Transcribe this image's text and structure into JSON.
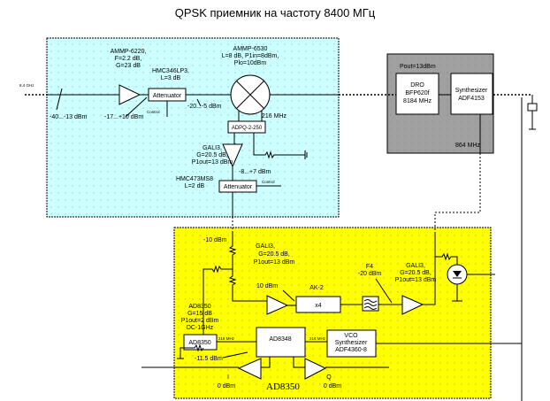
{
  "title": "QPSK приемник на частоту 8400 МГц",
  "colors": {
    "rf_panel": "#ccffff",
    "lo_panel": "#a0a0a0",
    "if_panel": "#ffff00"
  },
  "rf": {
    "input_label": "8.4 GHz",
    "in_level": "-40...-13 dBm",
    "lna": "AMMP-6220,",
    "lna_f": "F=2.2 dB,",
    "lna_g": "G=23 dB",
    "lna_out": "-17...+10 dBm",
    "att1_part": "HMC346LP3,",
    "att1_loss": "L=3 dB",
    "att1_label": "Attenuator",
    "control1": "Control",
    "att1_out": "-20...-5 dBm",
    "mixer": "AMMP-6530",
    "mixer_p1": "L=8 dB, P1in=8dBm,",
    "mixer_plo": "Plo=10dBm",
    "if_freq": "216 MHz",
    "splitter": "ADPQ-2-250",
    "amp": "GALI3,",
    "amp_g": "G=20.5 dB,",
    "amp_p": "P1out=13 dBm",
    "amp_out": "-8...+7 dBm",
    "att2_part": "HMC473MS8",
    "att2_loss": "L=2 dB",
    "att2_label": "Attenuator",
    "control2": "Control"
  },
  "lo": {
    "pout": "Pout=13dBm",
    "dro": [
      "DRO",
      "BFP620f",
      "8184 MHz"
    ],
    "synth": [
      "Synthesizer",
      "ADF4153"
    ],
    "ref": "864 MHz"
  },
  "if": {
    "in_level": "-10 dBm",
    "amp1": [
      "GALI3,",
      "G=20.5 dB,",
      "P1out=13 dBm"
    ],
    "amp1_in": "10 dBm",
    "mult_name": "AK-2",
    "mult": "x4",
    "filter": "F4",
    "filter_level": "-20 dBm",
    "amp2": [
      "GALI3,",
      "G=20.5 dB,",
      "P1out=13 dBm"
    ],
    "ad8350_desc": [
      "AD8350",
      "G=15 dB",
      "P1out=2 dBm",
      "DC-1GHz"
    ],
    "ad8350": "AD8350",
    "if1": "216 MHz",
    "ad8348": "AD8348",
    "if2": "216 MHz",
    "vco": [
      "VCO",
      "Synthesizer",
      "ADF4360-8"
    ],
    "level_in": "-11.5 dBm",
    "i_label": "I",
    "i_level": "0 dBm",
    "q_label": "Q",
    "q_level": "0 dBm",
    "out_amp": "AD8350"
  }
}
